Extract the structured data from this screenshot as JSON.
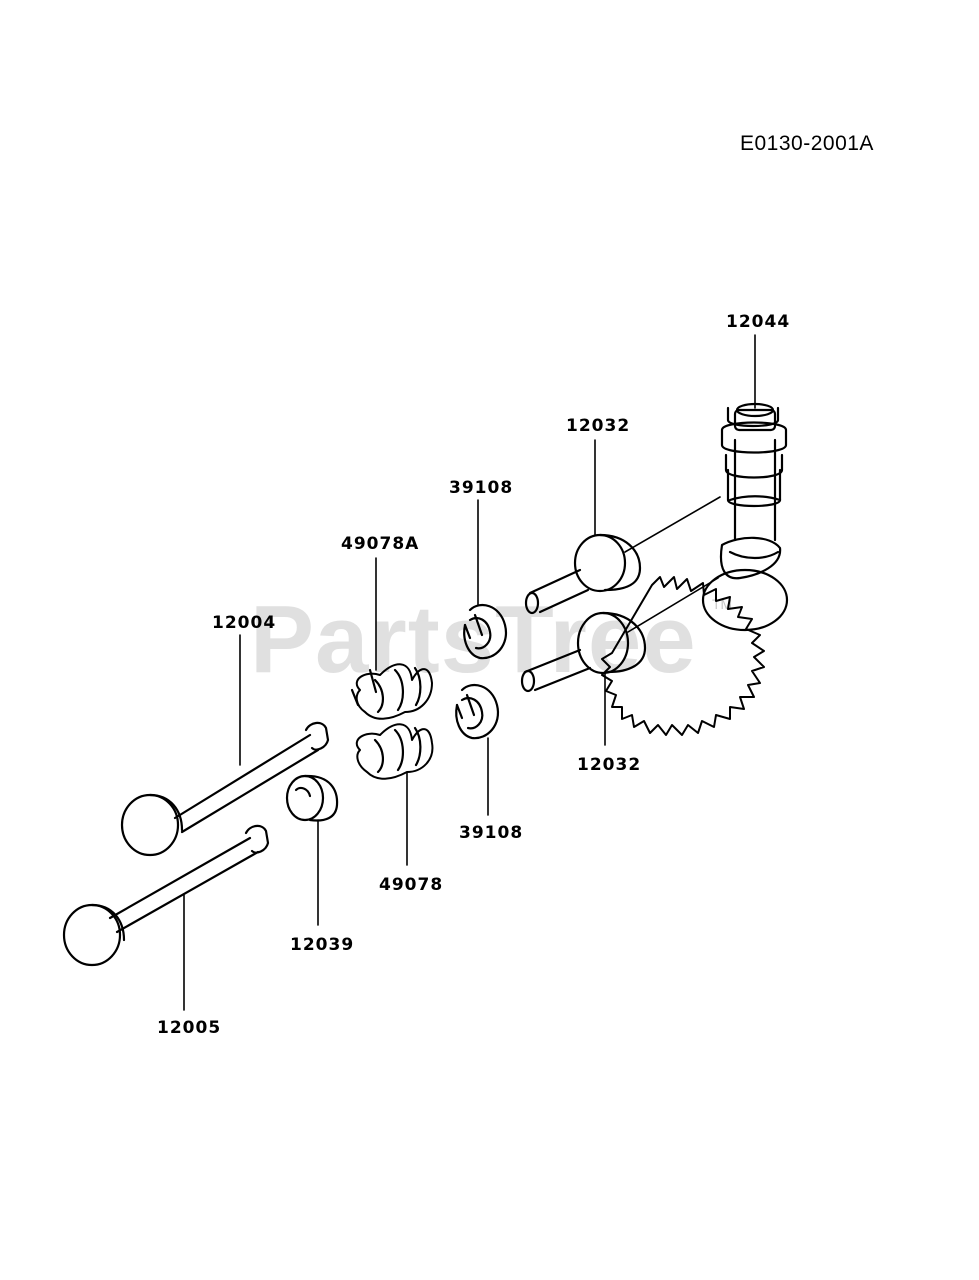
{
  "diagram_id": "E0130-2001A",
  "watermark": {
    "text": "PartsTree",
    "tm": "TM"
  },
  "callouts": {
    "camshaft": "12044",
    "tappet_top": "12032",
    "tappet_bottom": "12032",
    "retainer_top": "39108",
    "retainer_bottom": "39108",
    "spring_top": "49078A",
    "spring_bottom": "49078",
    "valve_top": "12004",
    "valve_bottom": "12005",
    "seat": "12039"
  }
}
